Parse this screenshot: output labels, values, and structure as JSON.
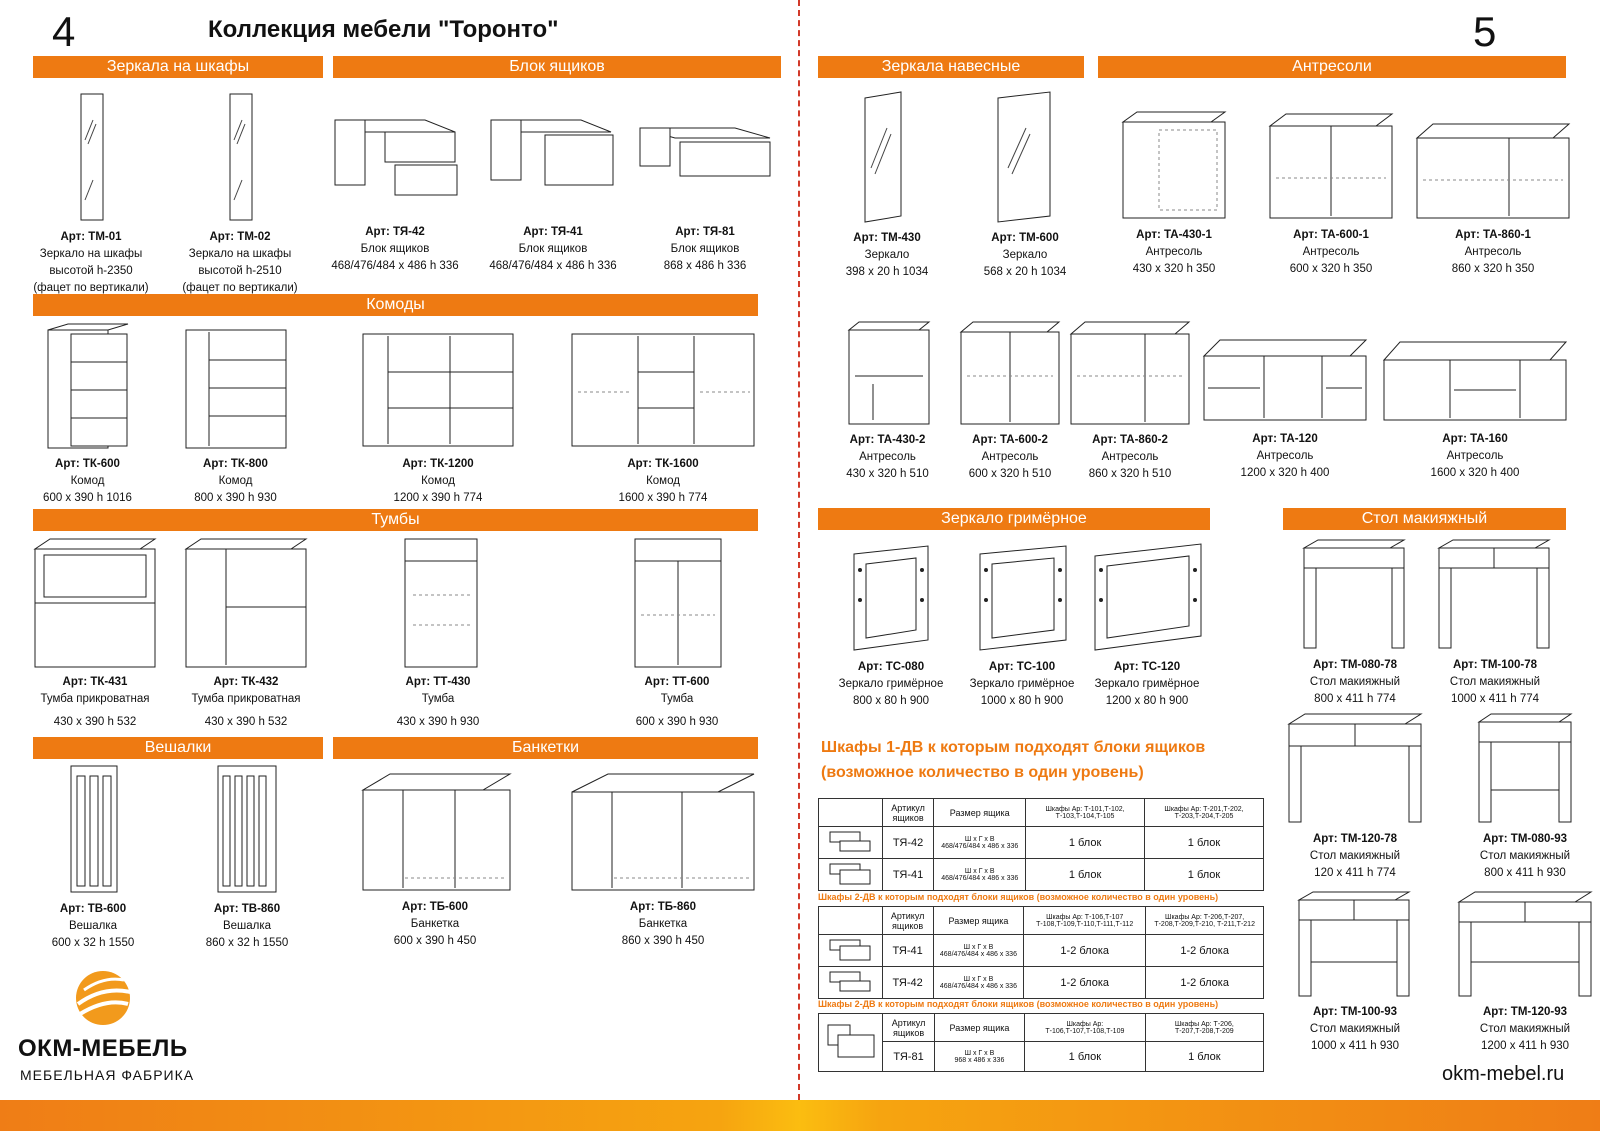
{
  "left_page_number": "4",
  "right_page_number": "5",
  "collection_title": "Коллекция мебели \"Торонто\"",
  "sections": {
    "mirrors_wardrobes": "Зеркала на шкафы",
    "drawer_block": "Блок ящиков",
    "dressers": "Комоды",
    "nightstands": "Тумбы",
    "hangers": "Вешалки",
    "benches": "Банкетки",
    "wall_mirrors": "Зеркала навесные",
    "mezzanines": "Антресоли",
    "makeup_mirror": "Зеркало гримёрное",
    "makeup_table": "Стол макияжный"
  },
  "mirrors_wardrobes": [
    {
      "art": "Арт: ТМ-01",
      "l1": "Зеркало на шкафы",
      "l2": "высотой h-2350",
      "l3": "(фацет по вертикали)"
    },
    {
      "art": "Арт: ТМ-02",
      "l1": "Зеркало на шкафы",
      "l2": "высотой h-2510",
      "l3": "(фацет по вертикали)"
    }
  ],
  "drawer_block": [
    {
      "art": "Арт: ТЯ-42",
      "l1": "Блок ящиков",
      "l2": "468/476/484 х 486 h 336"
    },
    {
      "art": "Арт: ТЯ-41",
      "l1": "Блок ящиков",
      "l2": "468/476/484 х 486 h 336"
    },
    {
      "art": "Арт: ТЯ-81",
      "l1": "Блок ящиков",
      "l2": "868 х 486 h 336"
    }
  ],
  "dressers": [
    {
      "art": "Арт: ТК-600",
      "l1": "Комод",
      "l2": "600 х 390 h 1016"
    },
    {
      "art": "Арт: ТК-800",
      "l1": "Комод",
      "l2": "800 х 390 h 930"
    },
    {
      "art": "Арт: ТК-1200",
      "l1": "Комод",
      "l2": "1200 х 390 h 774"
    },
    {
      "art": "Арт: ТК-1600",
      "l1": "Комод",
      "l2": "1600 х 390 h 774"
    }
  ],
  "nightstands": [
    {
      "art": "Арт: ТК-431",
      "l1": "Тумба прикроватная",
      "l2": "430 х 390 h 532"
    },
    {
      "art": "Арт: ТК-432",
      "l1": "Тумба прикроватная",
      "l2": "430 х 390 h 532"
    },
    {
      "art": "Арт: ТТ-430",
      "l1": "Тумба",
      "l2": "430 х 390 h 930"
    },
    {
      "art": "Арт: ТТ-600",
      "l1": "Тумба",
      "l2": "600 х 390 h 930"
    }
  ],
  "hangers": [
    {
      "art": "Арт: ТВ-600",
      "l1": "Вешалка",
      "l2": "600 х 32 h 1550"
    },
    {
      "art": "Арт: ТВ-860",
      "l1": "Вешалка",
      "l2": "860 х 32 h 1550"
    }
  ],
  "benches": [
    {
      "art": "Арт: ТБ-600",
      "l1": "Банкетка",
      "l2": "600 х 390 h 450"
    },
    {
      "art": "Арт: ТБ-860",
      "l1": "Банкетка",
      "l2": "860 х 390 h 450"
    }
  ],
  "wall_mirrors": [
    {
      "art": "Арт: ТМ-430",
      "l1": "Зеркало",
      "l2": "398 х 20 h 1034"
    },
    {
      "art": "Арт: ТМ-600",
      "l1": "Зеркало",
      "l2": "568 х 20 h 1034"
    }
  ],
  "mezzanines_row1": [
    {
      "art": "Арт: ТА-430-1",
      "l1": "Антресоль",
      "l2": "430 х 320 h 350"
    },
    {
      "art": "Арт: ТА-600-1",
      "l1": "Антресоль",
      "l2": "600 х 320 h 350"
    },
    {
      "art": "Арт: ТА-860-1",
      "l1": "Антресоль",
      "l2": "860 х 320 h 350"
    }
  ],
  "mezzanines_row2": [
    {
      "art": "Арт: ТА-430-2",
      "l1": "Антресоль",
      "l2": "430 х 320 h 510"
    },
    {
      "art": "Арт: ТА-600-2",
      "l1": "Антресоль",
      "l2": "600 х 320 h 510"
    },
    {
      "art": "Арт: ТА-860-2",
      "l1": "Антресоль",
      "l2": "860 х 320 h 510"
    },
    {
      "art": "Арт: ТА-120",
      "l1": "Антресоль",
      "l2": "1200 х 320 h 400"
    },
    {
      "art": "Арт: ТА-160",
      "l1": "Антресоль",
      "l2": "1600 х 320 h 400"
    }
  ],
  "makeup_mirrors": [
    {
      "art": "Арт: ТС-080",
      "l1": "Зеркало гримёрное",
      "l2": "800 х 80 h 900"
    },
    {
      "art": "Арт: ТС-100",
      "l1": "Зеркало гримёрное",
      "l2": "1000 х 80 h 900"
    },
    {
      "art": "Арт: ТС-120",
      "l1": "Зеркало гримёрное",
      "l2": "1200 х 80 h 900"
    }
  ],
  "makeup_tables": [
    {
      "art": "Арт: ТМ-080-78",
      "l1": "Стол макияжный",
      "l2": "800 х 411 h 774"
    },
    {
      "art": "Арт: ТМ-100-78",
      "l1": "Стол макияжный",
      "l2": "1000 х 411 h 774"
    },
    {
      "art": "Арт: ТМ-120-78",
      "l1": "Стол макияжный",
      "l2": "120 х 411 h 774"
    },
    {
      "art": "Арт: ТМ-080-93",
      "l1": "Стол макияжный",
      "l2": "800 х 411 h 930"
    },
    {
      "art": "Арт: ТМ-100-93",
      "l1": "Стол макияжный",
      "l2": "1000 х 411 h 930"
    },
    {
      "art": "Арт: ТМ-120-93",
      "l1": "Стол макияжный",
      "l2": "1200 х 411 h 930"
    }
  ],
  "wardrobe_note": {
    "line1": "Шкафы 1-ДВ к которым подходят блоки ящиков",
    "line2": "(возможное количество в один уровень)",
    "sub2": "Шкафы 2-ДВ к которым подходят блоки ящиков (возможное количество в один уровень)",
    "sub3": "Шкафы 2-ДВ к которым подходят блоки ящиков (возможное количество в один уровень)"
  },
  "table1": {
    "h_art": "Артикул ящиков",
    "h_size": "Размер ящика",
    "h_c1": "Шкафы Ар: Т-101,Т-102, Т-103,Т-104,Т-105",
    "h_c2": "Шкафы Ар: Т-201,Т-202, Т-203,Т-204,Т-205",
    "rows": [
      {
        "art": "ТЯ-42",
        "s1": "Ш х Г х В",
        "s2": "468/476/484 х 486 х 336",
        "c1": "1 блок",
        "c2": "1 блок"
      },
      {
        "art": "ТЯ-41",
        "s1": "Ш х Г х В",
        "s2": "468/476/484 х 486 х 336",
        "c1": "1 блок",
        "c2": "1 блок"
      }
    ]
  },
  "table2": {
    "h_art": "Артикул ящиков",
    "h_size": "Размер ящика",
    "h_c1": "Шкафы Ар: Т-106,Т-107 Т-108,Т-109,Т-110,Т-111,Т-112",
    "h_c2": "Шкафы Ар: Т-206,Т-207, Т-208,Т-209,Т-210, Т-211,Т-212",
    "rows": [
      {
        "art": "ТЯ-41",
        "s1": "Ш х Г х В",
        "s2": "468/476/484 х 486 х 336",
        "c1": "1-2 блока",
        "c2": "1-2 блока"
      },
      {
        "art": "ТЯ-42",
        "s1": "Ш х Г х В",
        "s2": "468/476/484 х 486 х 336",
        "c1": "1-2 блока",
        "c2": "1-2 блока"
      }
    ]
  },
  "table3": {
    "h_art": "Артикул ящиков",
    "h_size": "Размер ящика",
    "h_c1": "Шкафы Ар: Т-106,Т-107,Т-108,Т-109",
    "h_c2": "Шкафы Ар: Т-206, Т-207,Т-208,Т-209",
    "rows": [
      {
        "art": "ТЯ-81",
        "s1": "Ш х Г х В",
        "s2": "968 х 486 х 336",
        "c1": "1 блок",
        "c2": "1 блок"
      }
    ]
  },
  "logo": {
    "name": "ОКМ-МЕБЕЛЬ",
    "sub": "МЕБЕЛЬНАЯ ФАБРИКА"
  },
  "website": "okm-mebel.ru"
}
